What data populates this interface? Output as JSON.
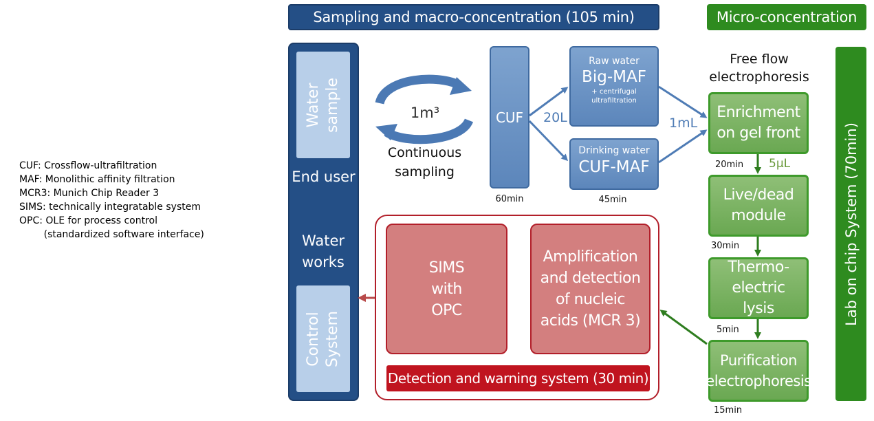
{
  "legend": [
    "CUF: Crossflow-ultrafiltration",
    "MAF: Monolithic affinity filtration",
    "MCR3: Munich Chip Reader 3",
    "SIMS: technically integratable system",
    "OPC: OLE for process control",
    "        (standardized software interface)"
  ],
  "banners": {
    "sampling": "Sampling and macro-concentration (105 min)",
    "micro": "Micro-concentration",
    "lab_on_chip": "Lab on chip System (70min)",
    "detection": "Detection and warning system (30 min)"
  },
  "left_column": {
    "water_sample": "Water sample",
    "end_user": "End user",
    "water_works": "Water works",
    "control_system": "Control System"
  },
  "sampling": {
    "volume": "1m³",
    "label": "Continuous sampling"
  },
  "cuf": {
    "label": "CUF",
    "time": "60min"
  },
  "big_maf": {
    "top": "Raw water",
    "main": "Big-MAF",
    "sub": "+ centrifugal ultrafiltration"
  },
  "cuf_maf": {
    "top": "Drinking water",
    "main": "CUF-MAF",
    "time": "45min"
  },
  "volumes": {
    "v20l": "20L",
    "v1ml": "1mL",
    "v5ul": "5μL"
  },
  "ffe_heading": "Free flow electrophoresis",
  "micro_steps": [
    {
      "label": "Enrichment on gel front",
      "time": "20min"
    },
    {
      "label": "Live/dead module",
      "time": "30min"
    },
    {
      "label": "Thermo-electric lysis",
      "time": "5min"
    },
    {
      "label": "Purification electrophoresis",
      "time": "15min"
    }
  ],
  "detection": {
    "sims": "SIMS with OPC",
    "amplification": "Amplification and detection of nucleic acids (MCR 3)"
  },
  "colors": {
    "dark_blue": "#244f86",
    "blue": "#6e96c8",
    "green": "#2e8b1f",
    "red": "#c0141f"
  }
}
